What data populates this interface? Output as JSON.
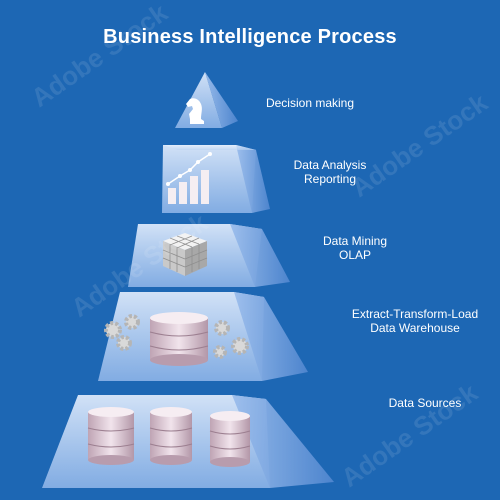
{
  "title": "Business Intelligence Process",
  "levels": [
    {
      "lines": [
        "Decision making"
      ],
      "icon": "chess-knight-icon"
    },
    {
      "lines": [
        "Data Analysis",
        "Reporting"
      ],
      "icon": "bar-chart-icon"
    },
    {
      "lines": [
        "Data Mining",
        "OLAP"
      ],
      "icon": "cube-icon"
    },
    {
      "lines": [
        "Extract-Transform-Load",
        "Data  Warehouse"
      ],
      "icon": "database-gears-icon"
    },
    {
      "lines": [
        "Data Sources"
      ],
      "icon": "database-icon"
    }
  ],
  "stock_id": "141034868",
  "watermark": "Adobe Stock",
  "colors": {
    "background": "#1d67b4",
    "pyramid_front": "#a9c8ef",
    "pyramid_side": "#6f9ddc",
    "db_top": "#f3e9ef",
    "db_body": "#d9c3cf"
  }
}
